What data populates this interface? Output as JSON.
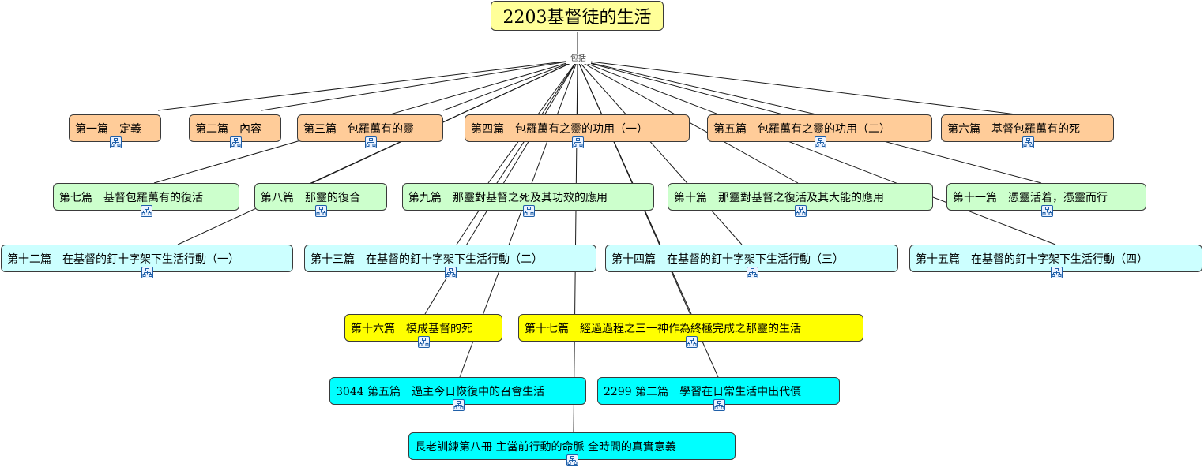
{
  "root": {
    "label": "2203基督徒的生活"
  },
  "connector_label": "包括",
  "colors": {
    "root": "#ffff99",
    "peach": "#ffcc99",
    "green": "#ccffcc",
    "lightcyan": "#ccffff",
    "yellow": "#ffff00",
    "cyan": "#00ffff",
    "icon_border": "#1f5fa8"
  },
  "nodes": [
    {
      "label": "第一篇　定義",
      "color": "peach"
    },
    {
      "label": "第二篇　內容",
      "color": "peach"
    },
    {
      "label": "第三篇　包羅萬有的靈",
      "color": "peach"
    },
    {
      "label": "第四篇　包羅萬有之靈的功用（一）",
      "color": "peach"
    },
    {
      "label": "第五篇　包羅萬有之靈的功用（二）",
      "color": "peach"
    },
    {
      "label": "第六篇　基督包羅萬有的死",
      "color": "peach"
    },
    {
      "label": "第七篇　基督包羅萬有的復活",
      "color": "green"
    },
    {
      "label": "第八篇　那靈的復合",
      "color": "green"
    },
    {
      "label": "第九篇　那靈對基督之死及其功效的應用",
      "color": "green"
    },
    {
      "label": "第十篇　那靈對基督之復活及其大能的應用",
      "color": "green"
    },
    {
      "label": "第十一篇　憑靈活着，憑靈而行",
      "color": "green"
    },
    {
      "label": "第十二篇　在基督的釘十字架下生活行動（一）",
      "color": "lightcyan"
    },
    {
      "label": "第十三篇　在基督的釘十字架下生活行動（二）",
      "color": "lightcyan"
    },
    {
      "label": "第十四篇　在基督的釘十字架下生活行動（三）",
      "color": "lightcyan"
    },
    {
      "label": "第十五篇　在基督的釘十字架下生活行動（四）",
      "color": "lightcyan"
    },
    {
      "label": "第十六篇　模成基督的死",
      "color": "yellow"
    },
    {
      "label": "第十七篇　經過過程之三一神作為終極完成之那靈的生活",
      "color": "yellow"
    },
    {
      "label": "3044 第五篇　過主今日恢復中的召會生活",
      "color": "cyan"
    },
    {
      "label": "2299 第二篇　學習在日常生活中出代價",
      "color": "cyan"
    },
    {
      "label": "長老訓練第八冊 主當前行動的命脈 全時間的真實意義",
      "color": "cyan"
    }
  ]
}
